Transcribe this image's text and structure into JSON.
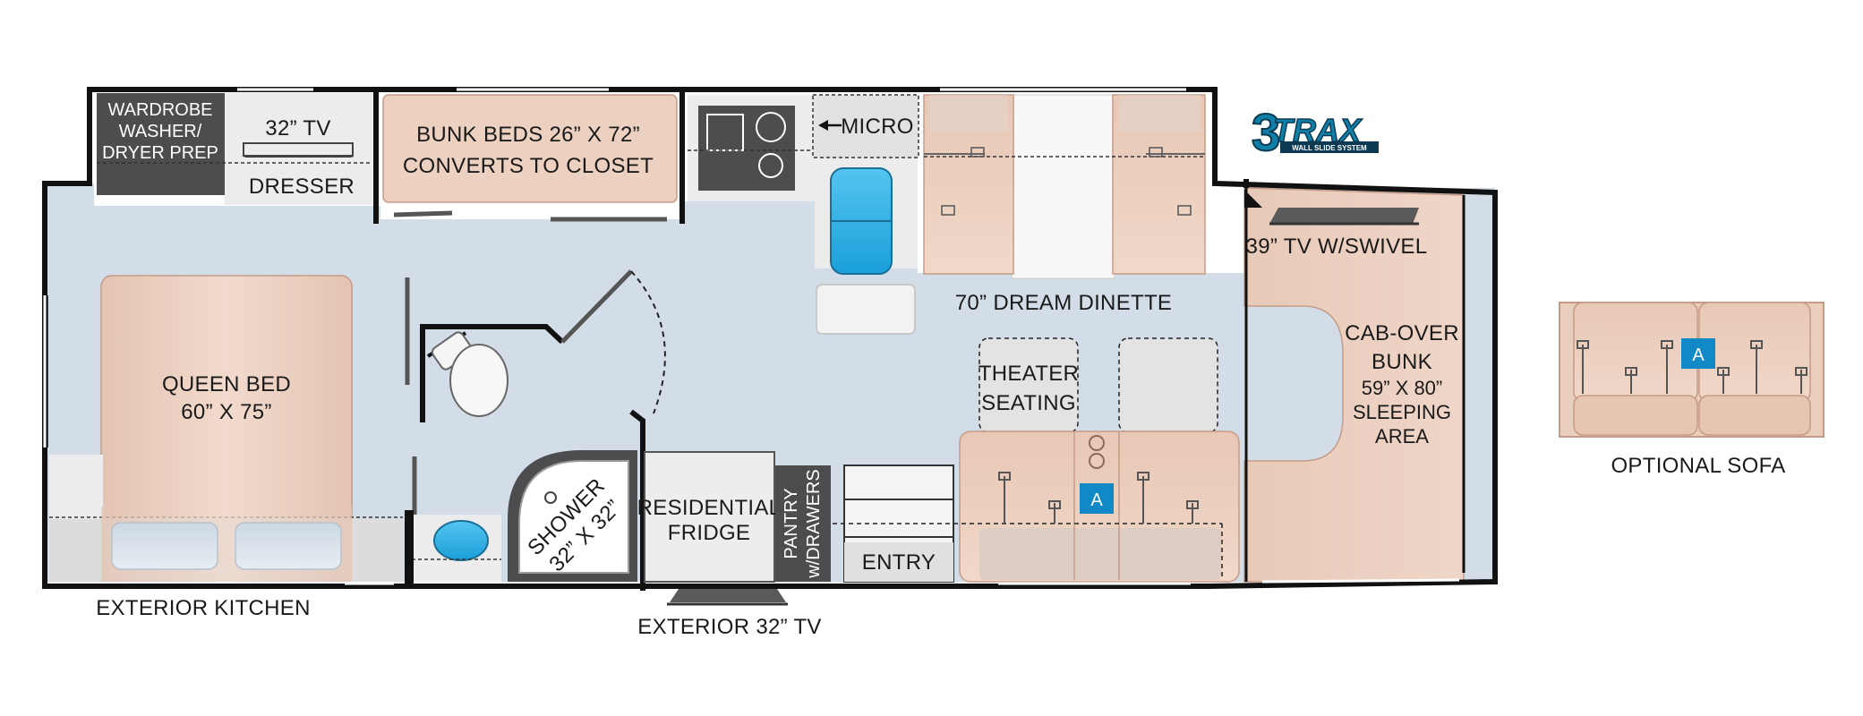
{
  "labels": {
    "wardrobe": [
      "WARDROBE",
      "WASHER/",
      "DRYER PREP"
    ],
    "tv_bedroom": "32” TV",
    "dresser": "DRESSER",
    "bunk_beds": [
      "BUNK BEDS 26” X 72”",
      "CONVERTS TO CLOSET"
    ],
    "micro": "MICRO",
    "tv_cab": "39” TV W/SWIVEL",
    "dinette": "70” DREAM DINETTE",
    "queen_bed": [
      "QUEEN BED",
      "60” X 75”"
    ],
    "theater": [
      "THEATER",
      "SEATING"
    ],
    "cab_over": [
      "CAB-OVER",
      "BUNK",
      "59” X 80”",
      "SLEEPING",
      "AREA"
    ],
    "shower": [
      "SHOWER",
      "32” X 32”"
    ],
    "fridge": [
      "RESIDENTIAL",
      "FRIDGE"
    ],
    "pantry": [
      "PANTRY",
      "w/DRAWERS"
    ],
    "entry": "ENTRY",
    "exterior_kitchen": "EXTERIOR KITCHEN",
    "exterior_tv": "EXTERIOR 32” TV",
    "optional_sofa": "OPTIONAL SOFA",
    "marker_a": "A"
  },
  "logo": {
    "mark": "3",
    "word": "TRAX",
    "tagline": "WALL SLIDE SYSTEM"
  },
  "colors": {
    "floor": "#d3dde8",
    "furniture": "#ecd0c0",
    "dark": "#505052",
    "light": "#ececec",
    "wall": "#111111",
    "water": "#2eaee6",
    "marker": "#1189c6",
    "logo": "#0f7fa8"
  }
}
